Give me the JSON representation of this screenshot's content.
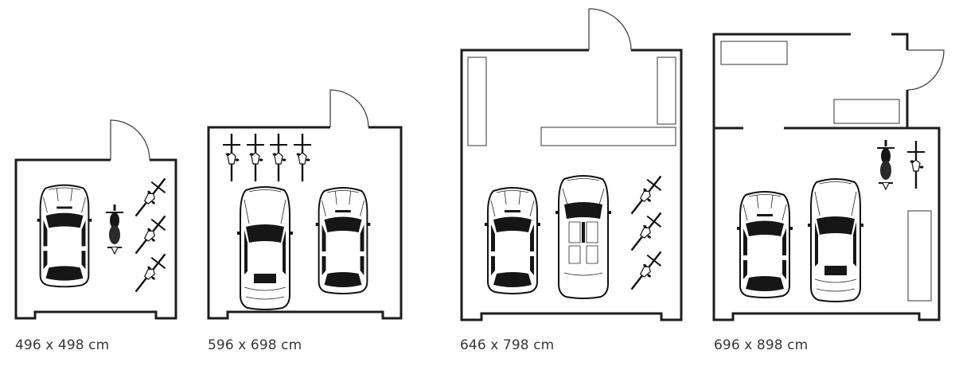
{
  "diagram": {
    "type": "garage-floor-plans",
    "colors": {
      "wall": "#1f1c1c",
      "label": "#3b3636",
      "background": "#ffffff"
    },
    "plans": [
      {
        "id": "plan-1",
        "label": "496 x 498 cm",
        "contents": [
          "car-hatchback",
          "motorcycle",
          "bicycle",
          "bicycle",
          "bicycle"
        ],
        "door": "top-right swing door",
        "shelves": 0
      },
      {
        "id": "plan-2",
        "label": "596 x 698 cm",
        "contents": [
          "bicycle",
          "bicycle",
          "bicycle",
          "bicycle",
          "car-sedan",
          "car-hatchback"
        ],
        "door": "top-right swing door",
        "shelves": 0
      },
      {
        "id": "plan-3",
        "label": "646 x 798 cm",
        "contents": [
          "car-hatchback",
          "car-convertible",
          "bicycle",
          "bicycle",
          "bicycle"
        ],
        "door": "top swing door",
        "shelves": 3
      },
      {
        "id": "plan-4",
        "label": "696 x 898 cm",
        "contents": [
          "car-hatchback",
          "car-sedan",
          "motorcycle",
          "bicycle"
        ],
        "door": "right swing door to storage room",
        "shelves": 3,
        "rooms": [
          "storage-room",
          "garage"
        ]
      }
    ]
  }
}
